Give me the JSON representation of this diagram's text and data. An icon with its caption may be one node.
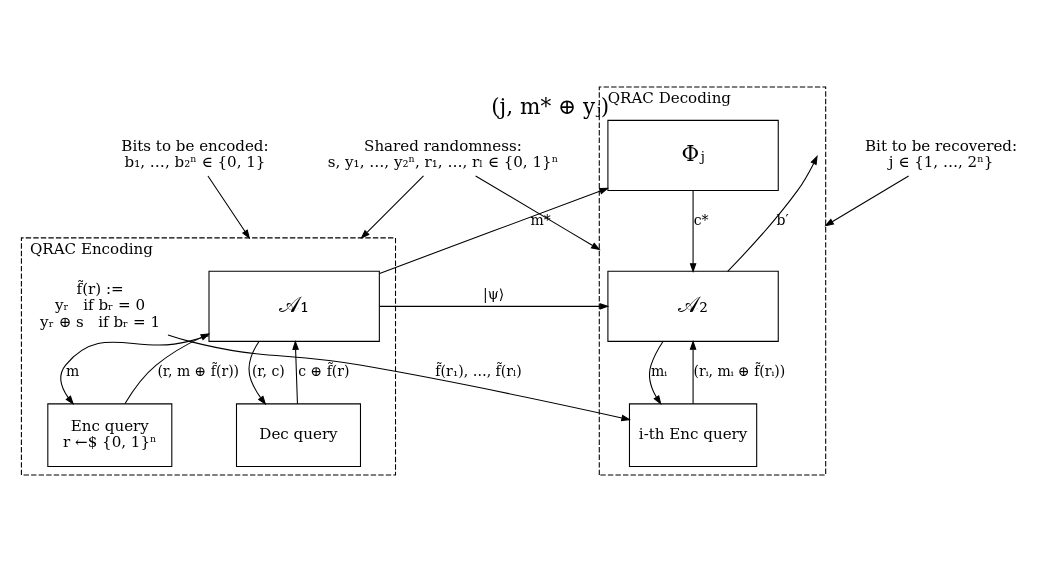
{
  "diagram": {
    "nodes": [
      {
        "text": [
          "Bits to be encoded:",
          "b₁, …, b₂ⁿ ∈ {0, 1}"
        ]
      },
      {
        "text": [
          "Shared randomness:",
          "s, y₁, …, y₂ⁿ, r₁, …, rₗ ∈ {0, 1}ⁿ"
        ]
      },
      {
        "text": [
          "Bit to be recovered:",
          "j ∈ {1, …, 2ⁿ}"
        ]
      },
      {
        "text": [
          "QRAC Encoding"
        ]
      },
      {
        "text": [
          "𝒜₁"
        ],
        "in": 3
      },
      {
        "text": [
          "Enc query",
          "r ←$ {0, 1}ⁿ"
        ],
        "in": 3
      },
      {
        "text": [
          "Dec query"
        ],
        "in": 3
      },
      {
        "text": [
          "f̃(r) :=",
          "yᵣ   if bᵣ = 0",
          "yᵣ ⊕ s   if bᵣ = 1"
        ],
        "in": 3
      },
      {
        "text": [
          "QRAC Decoding"
        ]
      },
      {
        "text": [
          "𝒜₂"
        ],
        "in": 8
      },
      {
        "text": [
          "Φⱼ"
        ],
        "beside": [
          "(j, m* ⊕ yⱼ)"
        ],
        "in": 8
      },
      {
        "text": [
          "i-th Enc query"
        ],
        "in": 8
      }
    ],
    "edges": [
      {
        "from": 0,
        "to": 3,
        "arrow": "to"
      },
      {
        "from": 1,
        "to": 3,
        "arrow": "to"
      },
      {
        "from": 1,
        "to": 8,
        "arrow": "to"
      },
      {
        "from": 2,
        "to": 8,
        "arrow": "to"
      },
      {
        "from": 4,
        "to": 9,
        "arrow": "to",
        "label": "|ψ⟩"
      },
      {
        "from": 4,
        "to": 10,
        "arrow": "to",
        "label": "m*"
      },
      {
        "from": 10,
        "to": 9,
        "arrow": "to",
        "label": "c*"
      },
      {
        "from": 9,
        "to": null,
        "arrow": "to",
        "label": "b′"
      },
      {
        "from": 4,
        "to": 5,
        "arrow": "to",
        "label": "m"
      },
      {
        "from": 5,
        "to": 4,
        "arrow": "to",
        "label": "(r, m ⊕ f̃(r))"
      },
      {
        "from": 4,
        "to": 6,
        "arrow": "to",
        "label": "(r, c)"
      },
      {
        "from": 6,
        "to": 4,
        "arrow": "to",
        "label": "c ⊕ f̃(r)"
      },
      {
        "from": 9,
        "to": 11,
        "arrow": "to",
        "label": "mᵢ"
      },
      {
        "from": 11,
        "to": 9,
        "arrow": "to",
        "label": "(rᵢ, mᵢ ⊕ f̃(rᵢ))"
      },
      {
        "from": 7,
        "to": 11,
        "arrow": "to",
        "label": "f̃(r₁), …, f̃(rₗ)"
      }
    ]
  }
}
